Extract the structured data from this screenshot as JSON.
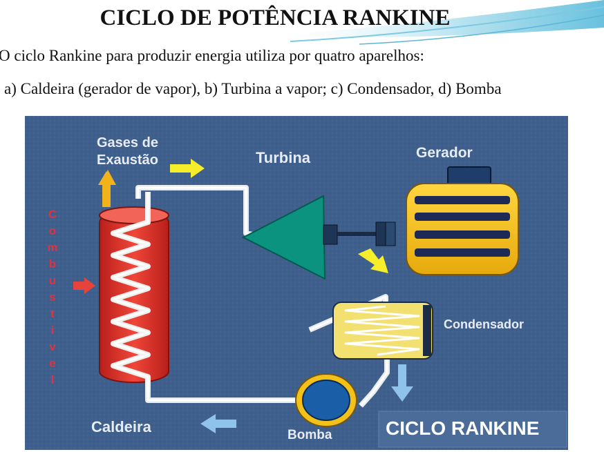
{
  "slide": {
    "title": "CICLO DE POTÊNCIA RANKINE",
    "intro": "O ciclo Rankine para produzir energia utiliza por quatro aparelhos:",
    "items": "a) Caldeira (gerador de vapor), b) Turbina a vapor; c) Condensador, d) Bomba"
  },
  "diagram": {
    "labels": {
      "gases_line1": "Gases de",
      "gases_line2": "Exaustão",
      "turbina": "Turbina",
      "gerador": "Gerador",
      "condensador": "Condensador",
      "caldeira": "Caldeira",
      "bomba": "Bomba",
      "ciclo": "CICLO RANKINE",
      "combustivel": [
        "C",
        "o",
        "m",
        "b",
        "u",
        "s",
        "t",
        "i",
        "v",
        "e",
        "l"
      ]
    },
    "colors": {
      "background": "#3f5f8d",
      "boiler": "#e8342c",
      "turbine": "#0b9380",
      "generator": "#f2c21a",
      "condenser": "#f5e37a",
      "pump": "#1b5ea8",
      "arrow_yellow": "#f6ee2a",
      "arrow_blue": "#8fc3ec",
      "combustivel_text": "#e0323f"
    }
  }
}
